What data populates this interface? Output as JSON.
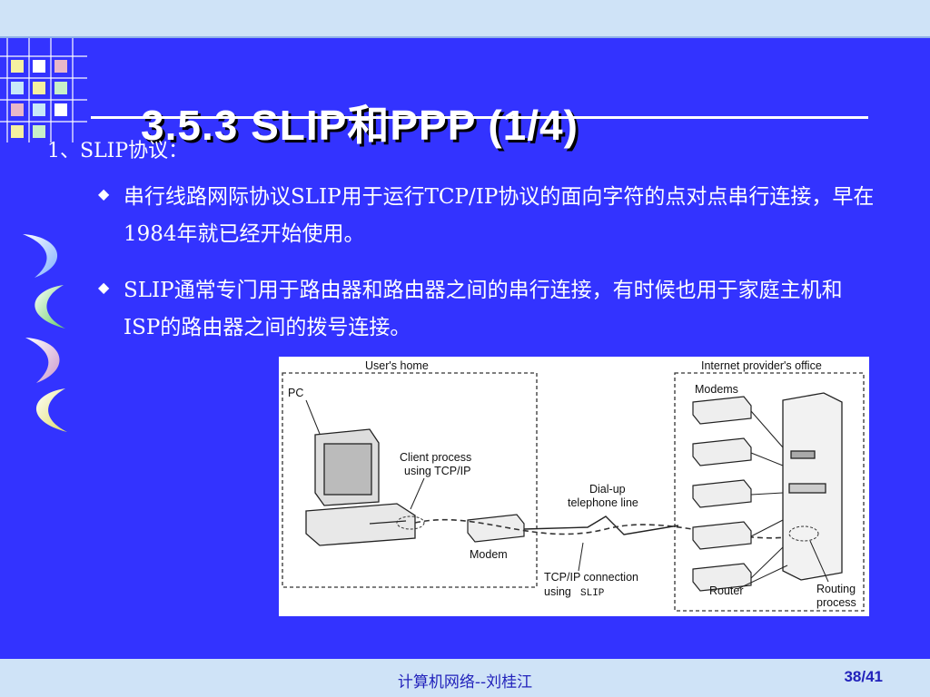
{
  "slide": {
    "title": "3.5.3  SLIP和PPP (1/4)",
    "heading": "1、SLIP协议：",
    "bullets": [
      "串行线路网际协议SLIP用于运行TCP/IP协议的面向字符的点对点串行连接，早在1984年就已经开始使用。",
      "SLIP通常专门用于路由器和路由器之间的串行连接，有时候也用于家庭主机和ISP的路由器之间的拨号连接。"
    ],
    "bullet_mark": "◆"
  },
  "diagram": {
    "users_home": "User's home",
    "provider_office": "Internet provider's office",
    "pc": "PC",
    "client_process_1": "Client process",
    "client_process_2": "using TCP/IP",
    "modem": "Modem",
    "dialup_1": "Dial-up",
    "dialup_2": "telephone line",
    "modems": "Modems",
    "tcpip_conn_1": "TCP/IP connection",
    "tcpip_conn_2": "using",
    "slip": "SLIP",
    "router": "Router",
    "routing_1": "Routing",
    "routing_2": "process"
  },
  "footer": {
    "center": "计算机网络--刘桂江",
    "page": "38/41"
  },
  "colors": {
    "slide_bg": "#3333ff",
    "band_bg": "#cfe3f7",
    "footer_text": "#2222bb"
  }
}
